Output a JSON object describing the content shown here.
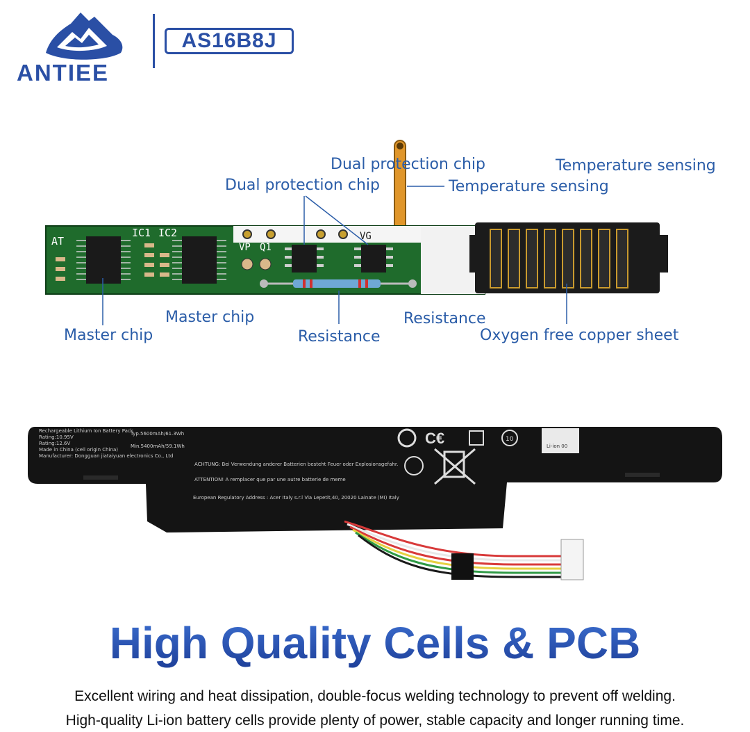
{
  "brand": {
    "name": "ANTIEE",
    "model": "AS16B8J"
  },
  "pcb_labels": {
    "dual_protection_chip_top": "Dual protection chip",
    "dual_protection_chip_mid": "Dual protection chip",
    "temperature_sensing_top": "Temperature sensing",
    "temperature_sensing_mid": "Temperature sensing",
    "master_chip_left": "Master chip",
    "master_chip_mid": "Master chip",
    "resistance_left": "Resistance",
    "resistance_right": "Resistance",
    "oxygen_free_copper_sheet": "Oxygen free copper sheet"
  },
  "pcb_silkscreen": {
    "ic1": "IC1",
    "ic2": "IC2",
    "at": "AT",
    "vp": "VP",
    "q1": "Q1",
    "vg": "VG"
  },
  "battery_label": {
    "line1": "Rechargeable Lithium Ion Battery Pack",
    "line2": "Rating:10.95V",
    "line3": "Rating:12.6V",
    "line4": "Made in China (cell origin China)",
    "line5": "Manufacturer: Dongguan jiataiyuan electronics Co., Ltd",
    "achtung": "ACHTUNG: Bei Verwendung anderer Batterien besteht Feuer oder Explosionsgefahr.",
    "attention": "ATTENTION! A remplacer que par une autre batterie de meme",
    "regulatory": "European Regulatory Address : Acer Italy s.r.l Via Lepetit,40, 20020 Lainate (MI) Italy",
    "typ": "Typ.5600mAh/61.3Wh",
    "min": "Min.5400mAh/59.1Wh",
    "li_ion": "Li-ion 00"
  },
  "headline": "High Quality Cells & PCB",
  "description": [
    "Excellent wiring and heat dissipation, double-focus welding technology to prevent off welding.",
    "High-quality Li-ion battery cells provide plenty of power, stable capacity and longer running time."
  ],
  "colors": {
    "brand_blue": "#2a4fa5",
    "label_blue": "#2b5da8",
    "pcb_green": "#1f6b2c",
    "battery_black": "#141414"
  }
}
